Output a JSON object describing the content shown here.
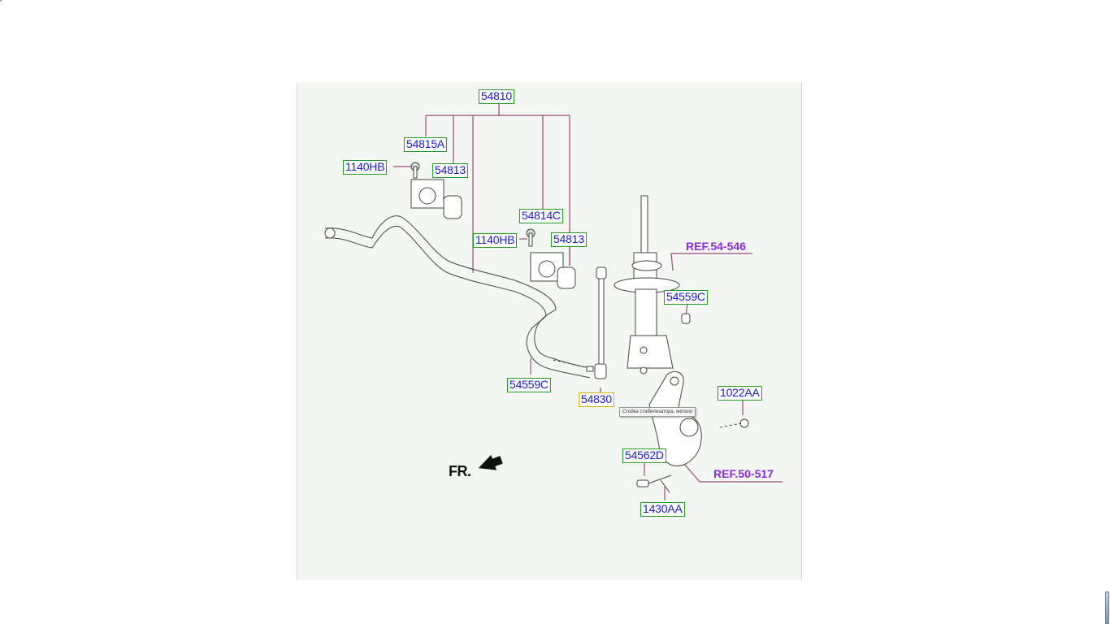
{
  "diagram": {
    "labels": [
      {
        "id": "54810",
        "text": "54810"
      },
      {
        "id": "54815A",
        "text": "54815A"
      },
      {
        "id": "1140HB_a",
        "text": "1140HB"
      },
      {
        "id": "54813_a",
        "text": "54813"
      },
      {
        "id": "54814C",
        "text": "54814C"
      },
      {
        "id": "1140HB_b",
        "text": "1140HB"
      },
      {
        "id": "54813_b",
        "text": "54813"
      },
      {
        "id": "54559C_a",
        "text": "54559C"
      },
      {
        "id": "54559C_b",
        "text": "54559C"
      },
      {
        "id": "54830",
        "text": "54830"
      },
      {
        "id": "1022AA",
        "text": "1022AA"
      },
      {
        "id": "54562D",
        "text": "54562D"
      },
      {
        "id": "1430AA",
        "text": "1430AA"
      }
    ],
    "refs": [
      {
        "text": "REF.54-546"
      },
      {
        "text": "REF.50-517"
      }
    ],
    "direction_label": "FR.",
    "tooltip": "Стойка стабилизатора, металл"
  },
  "colors": {
    "label_text": "#1a1ad0",
    "label_border": "#22a022",
    "active_border": "#e0b000",
    "ref_text": "#8a2be2",
    "leader_line": "#9b4d7a"
  }
}
